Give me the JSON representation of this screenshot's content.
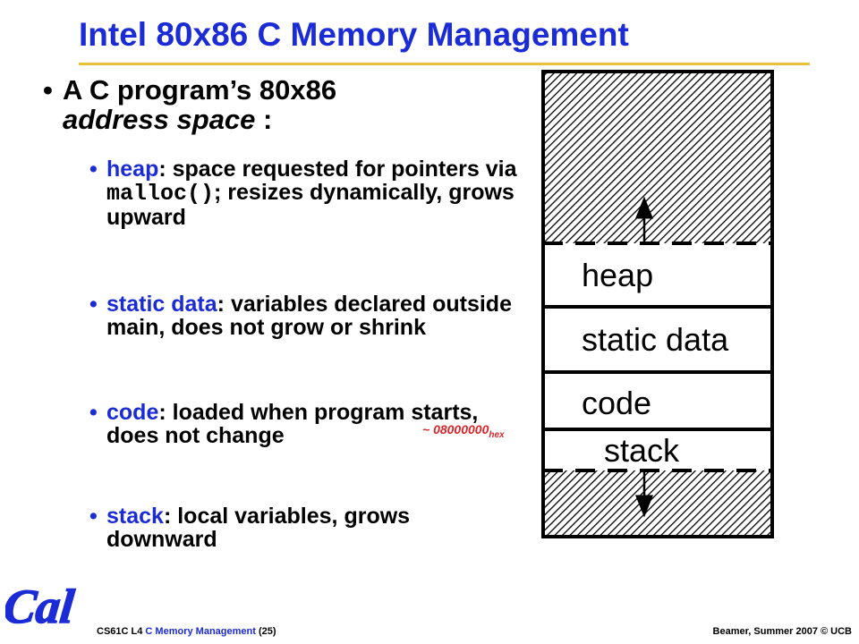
{
  "slide": {
    "title": "Intel 80x86 C Memory Management",
    "main_bullet": {
      "text_1": "A C program’s 80x86",
      "text_italic": "address space",
      "text_2": " :"
    },
    "sub_bullets": [
      {
        "term": "heap",
        "text_before_code": ": space requested for pointers via ",
        "code": "malloc()",
        "text_after_code": "; resizes dynamically, grows upward"
      },
      {
        "term": "static data",
        "text": ": variables declared outside main, does not grow or shrink"
      },
      {
        "term": "code",
        "text": ": loaded when program starts, does not change"
      },
      {
        "term": "stack",
        "text": ": local variables, grows downward"
      }
    ],
    "address_label": "~ 08000000",
    "address_subscript": "hex"
  },
  "memory_diagram": {
    "segments": [
      "heap",
      "static data",
      "code",
      "stack"
    ]
  },
  "footer": {
    "course": "CS61C L4",
    "topic": "C Memory Management",
    "page": "(25)",
    "credit": "Beamer, Summer 2007 © UCB"
  },
  "logo_text": "Cal",
  "colors": {
    "title": "#1b2bd6",
    "rule": "#e8c33a",
    "address": "#d8262b",
    "logo": "#1b2bd6"
  }
}
